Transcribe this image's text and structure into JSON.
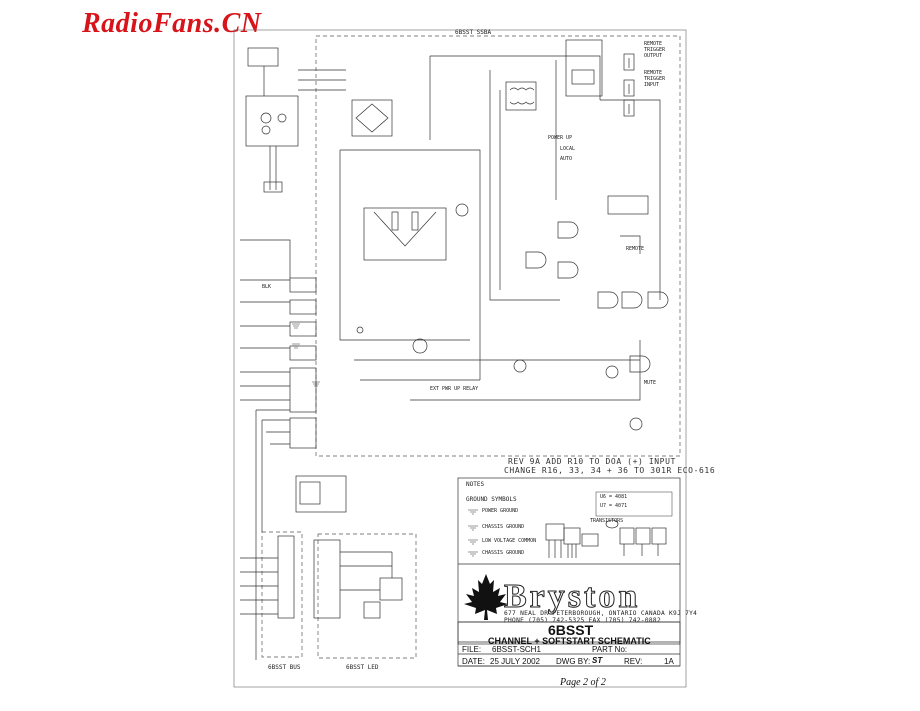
{
  "watermark": "RadioFans.CN",
  "section_labels": {
    "top_box": "6BSST SSBA",
    "bus": "6BSST BUS",
    "led": "6BSST LED"
  },
  "component_labels": {
    "remote_trigger_out": "REMOTE TRIGGER OUTPUT",
    "remote_trigger_in": "REMOTE TRIGGER INPUT",
    "power_up": "POWER UP",
    "local": "LOCAL",
    "auto": "AUTO",
    "remote": "REMOTE",
    "mute": "MUTE",
    "ext_pwr": "EXT PWR UP RELAY",
    "blk": "BLK",
    "ground_symbols": "GROUND SYMBOLS",
    "notes": "NOTES",
    "transistors": "TRANSISTORS",
    "power_ground": "POWER GROUND",
    "chassis_ground": "CHASSIS GROUND",
    "low_voltage": "LOW VOLTAGE COMMON",
    "chassis_gnd2": "CHASSIS GROUND",
    "u6": "U6 = 4081",
    "u7": "U7 = 4071"
  },
  "revision": {
    "line1": "REV 9A ADD R10 TO DOA (+) INPUT",
    "line2": "CHANGE R16, 33, 34 + 36 TO 301R ECO-616"
  },
  "company": {
    "logo": "Bryston",
    "address": "677 NEAL DR  PETERBOROUGH, ONTARIO CANADA K9J 7Y4",
    "phone": "PHONE (705) 742-5325        FAX (705) 742-0882"
  },
  "title_block": {
    "model": "6BSST",
    "title": "CHANNEL + SOFTSTART SCHEMATIC",
    "file_label": "FILE:",
    "file_value": "6BSST-SCH1",
    "part_label": "PART  No:",
    "date_label": "DATE:",
    "date_value": "25 JULY 2002",
    "dwg_label": "DWG  BY:",
    "dwg_value": "ST",
    "rev_label": "REV:",
    "rev_value": "1A"
  },
  "page": "Page 2 of 2",
  "colors": {
    "watermark": "#d8141b",
    "ink": "#111111"
  }
}
